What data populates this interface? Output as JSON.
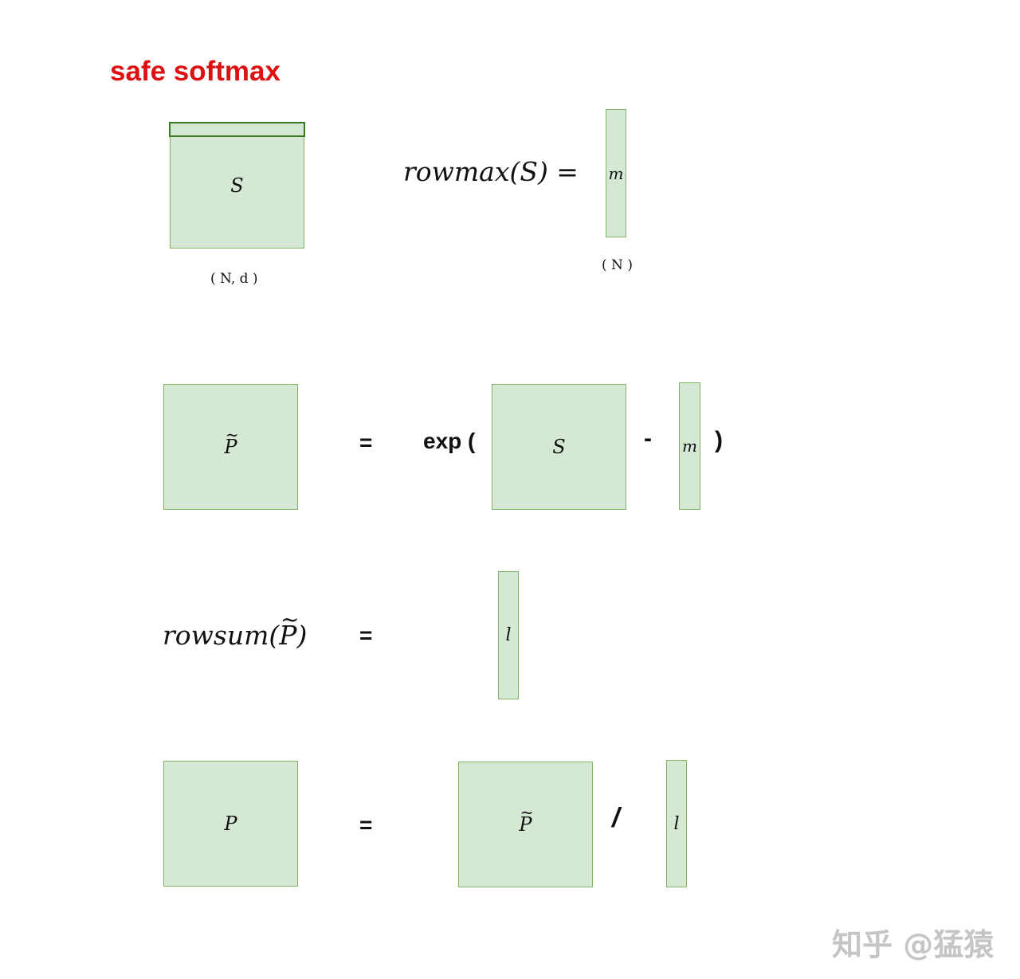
{
  "title": "safe softmax",
  "row1": {
    "s_matrix": {
      "label": "S",
      "dim": "( N, d )"
    },
    "formula": "rowmax(S) =",
    "m_vector": {
      "label": "m",
      "dim": "( N )"
    }
  },
  "row2": {
    "lhs": {
      "label": "P"
    },
    "equals": "=",
    "exp_open": "exp (",
    "s_matrix": {
      "label": "S"
    },
    "minus": "-",
    "m_vector": {
      "label": "m"
    },
    "close_paren": ")"
  },
  "row3": {
    "formula_prefix": "rowsum(",
    "formula_var": "P",
    "formula_suffix": ")",
    "equals": "=",
    "l_vector": {
      "label": "l"
    }
  },
  "row4": {
    "lhs": {
      "label": "P"
    },
    "equals": "=",
    "ptilde": {
      "label": "P"
    },
    "divide": "/",
    "l_vector": {
      "label": "l"
    }
  },
  "watermark": "知乎 @猛猿",
  "colors": {
    "box_fill": "#d5e8d4",
    "box_border": "#82b366",
    "highlight_border": "#3a7a1e",
    "title": "#dd1111"
  }
}
